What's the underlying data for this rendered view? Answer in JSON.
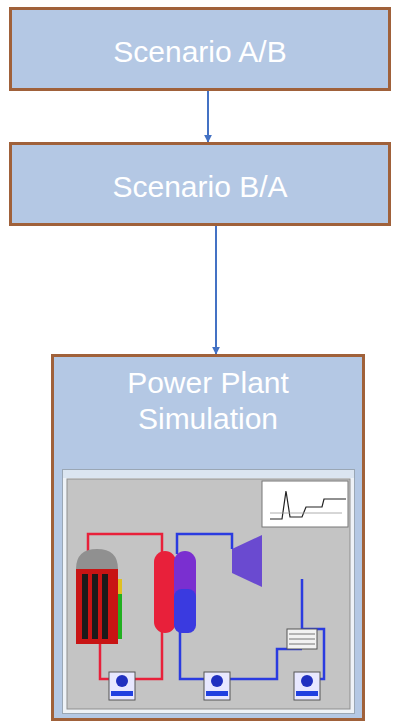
{
  "diagram": {
    "nodes": [
      {
        "text": [
          "Scenario A/B"
        ]
      },
      {
        "text": [
          "Scenario B/A"
        ]
      },
      {
        "text": [
          "Power Plant Simulation"
        ]
      }
    ],
    "edges": [
      {
        "from": 0,
        "to": 1,
        "arrow": "to"
      },
      {
        "from": 1,
        "to": 2,
        "arrow": "to"
      }
    ]
  }
}
